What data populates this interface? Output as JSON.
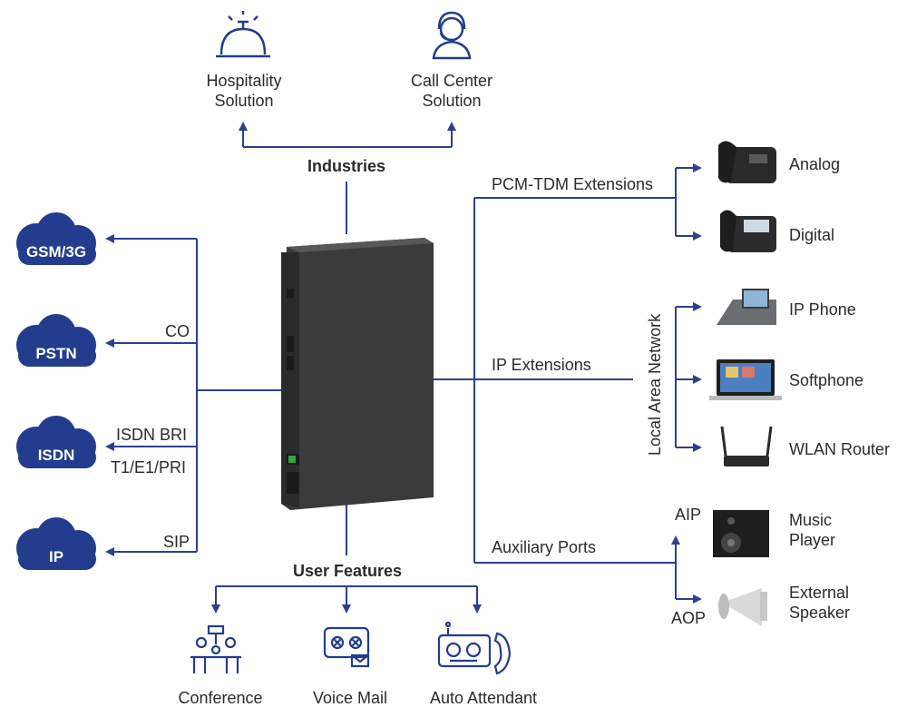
{
  "industries": {
    "title": "Industries",
    "items": [
      {
        "label": "Hospitality\nSolution",
        "icon": "service-bell-icon"
      },
      {
        "label": "Call Center\nSolution",
        "icon": "headset-agent-icon"
      }
    ]
  },
  "trunks": {
    "clouds": [
      {
        "label": "GSM/3G"
      },
      {
        "label": "PSTN"
      },
      {
        "label": "ISDN"
      },
      {
        "label": "IP"
      }
    ],
    "link_labels": [
      "CO",
      "ISDN BRI",
      "T1/E1/PRI",
      "SIP"
    ]
  },
  "pcm_tdm": {
    "title": "PCM-TDM Extensions",
    "items": [
      {
        "label": "Analog"
      },
      {
        "label": "Digital"
      }
    ]
  },
  "ip_ext": {
    "title": "IP Extensions",
    "lan_label": "Local Area Network",
    "items": [
      {
        "label": "IP Phone"
      },
      {
        "label": "Softphone"
      },
      {
        "label": "WLAN Router"
      }
    ]
  },
  "aux": {
    "title": "Auxiliary Ports",
    "items": [
      {
        "port": "AIP",
        "label": "Music\nPlayer"
      },
      {
        "port": "AOP",
        "label": "External\nSpeaker"
      }
    ]
  },
  "user_features": {
    "title": "User Features",
    "items": [
      {
        "label": "Conference",
        "icon": "conference-icon"
      },
      {
        "label": "Voice Mail",
        "icon": "voicemail-icon"
      },
      {
        "label": "Auto Attendant",
        "icon": "auto-attendant-icon"
      }
    ]
  },
  "colors": {
    "line": "#2e3f8f",
    "cloud": "#243c8e",
    "device": "#3b3d3c"
  }
}
